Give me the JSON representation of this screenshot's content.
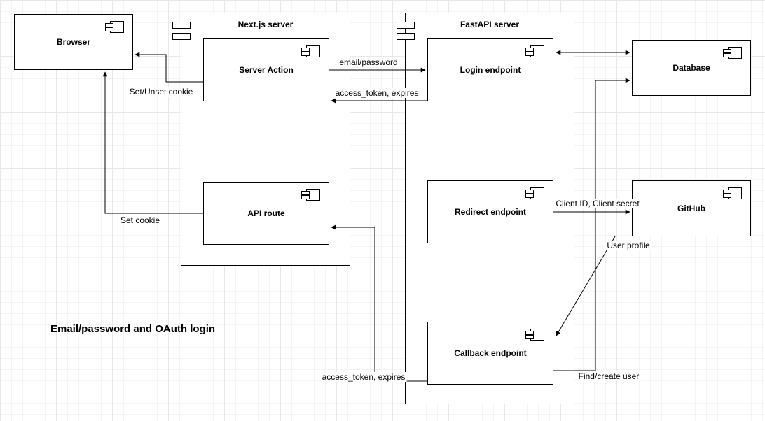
{
  "title": "Email/password and OAuth login",
  "containers": {
    "nextjs": {
      "label": "Next.js server"
    },
    "fastapi": {
      "label": "FastAPI server"
    }
  },
  "nodes": {
    "browser": {
      "label": "Browser"
    },
    "server_action": {
      "label": "Server Action"
    },
    "api_route": {
      "label": "API route"
    },
    "login_endpoint": {
      "label": "Login endpoint"
    },
    "redirect_endpoint": {
      "label": "Redirect endpoint"
    },
    "callback_endpoint": {
      "label": "Callback endpoint"
    },
    "database": {
      "label": "Database"
    },
    "github": {
      "label": "GitHub"
    }
  },
  "edge_labels": {
    "email_password": "email/password",
    "access_token_top": "access_token, expires",
    "set_unset_cookie": "Set/Unset cookie",
    "set_cookie": "Set cookie",
    "client_id_secret": "Client ID, Client secret",
    "user_profile": "User profile",
    "find_create_user": "Find/create user",
    "access_token_bottom": "access_token, expires"
  },
  "icons": {
    "component": "uml-component-icon"
  },
  "colors": {
    "stroke": "#000000",
    "shape_fill": "#ffffff",
    "grid_minor": "#f4f4f4",
    "grid_major": "#e8e8e8"
  }
}
